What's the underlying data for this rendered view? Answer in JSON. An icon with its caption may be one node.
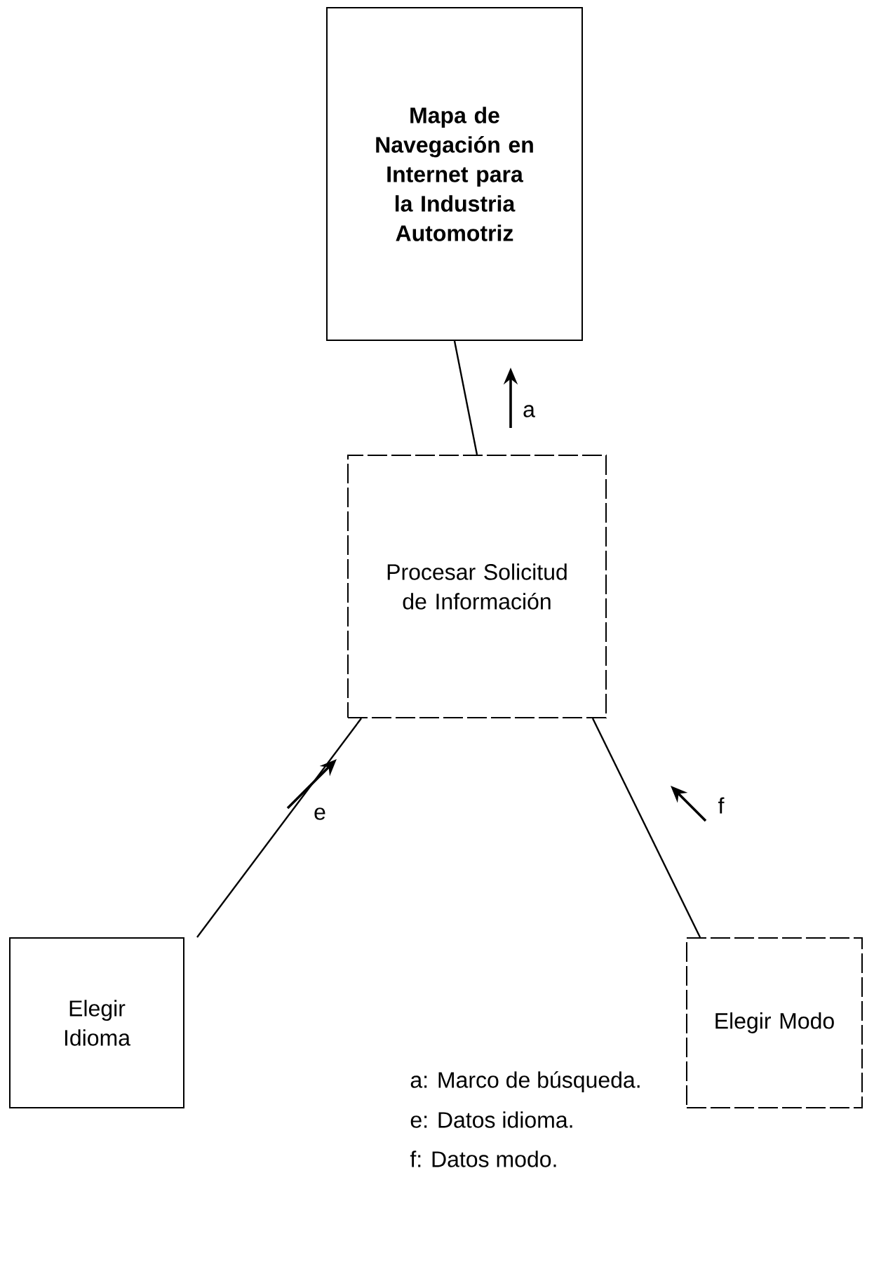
{
  "diagram": {
    "nodes": [
      {
        "text": [
          "Mapa de Navegación en Internet para la Industria Automotriz"
        ]
      },
      {
        "text": [
          "Procesar Solicitud de Información"
        ]
      },
      {
        "text": [
          "Elegir Idioma"
        ]
      },
      {
        "text": [
          "Elegir Modo"
        ]
      }
    ],
    "edges": [
      {
        "from": 1,
        "to": 0,
        "arrow": "none",
        "label": "a"
      },
      {
        "from": 2,
        "to": 1,
        "arrow": "none",
        "label": "e"
      },
      {
        "from": 3,
        "to": 1,
        "arrow": "none",
        "label": "f"
      }
    ],
    "labels": [
      "a: Marco de búsqueda.",
      "e: Datos idioma.",
      "f: Datos modo."
    ]
  }
}
